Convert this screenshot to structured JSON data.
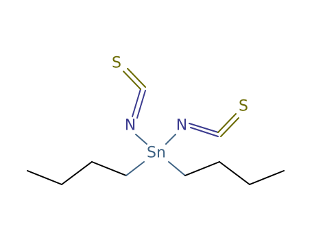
{
  "molecule": {
    "atoms": {
      "sulfur_top": "S",
      "nitrogen_left": "N",
      "nitrogen_right": "N",
      "sulfur_right": "S",
      "tin": "Sn"
    },
    "colors": {
      "bond": "#000000",
      "sulfur": "#6b6b00",
      "nitrogen": "#3b3b8f",
      "tin": "#3f6384",
      "background": "#ffffff"
    }
  }
}
